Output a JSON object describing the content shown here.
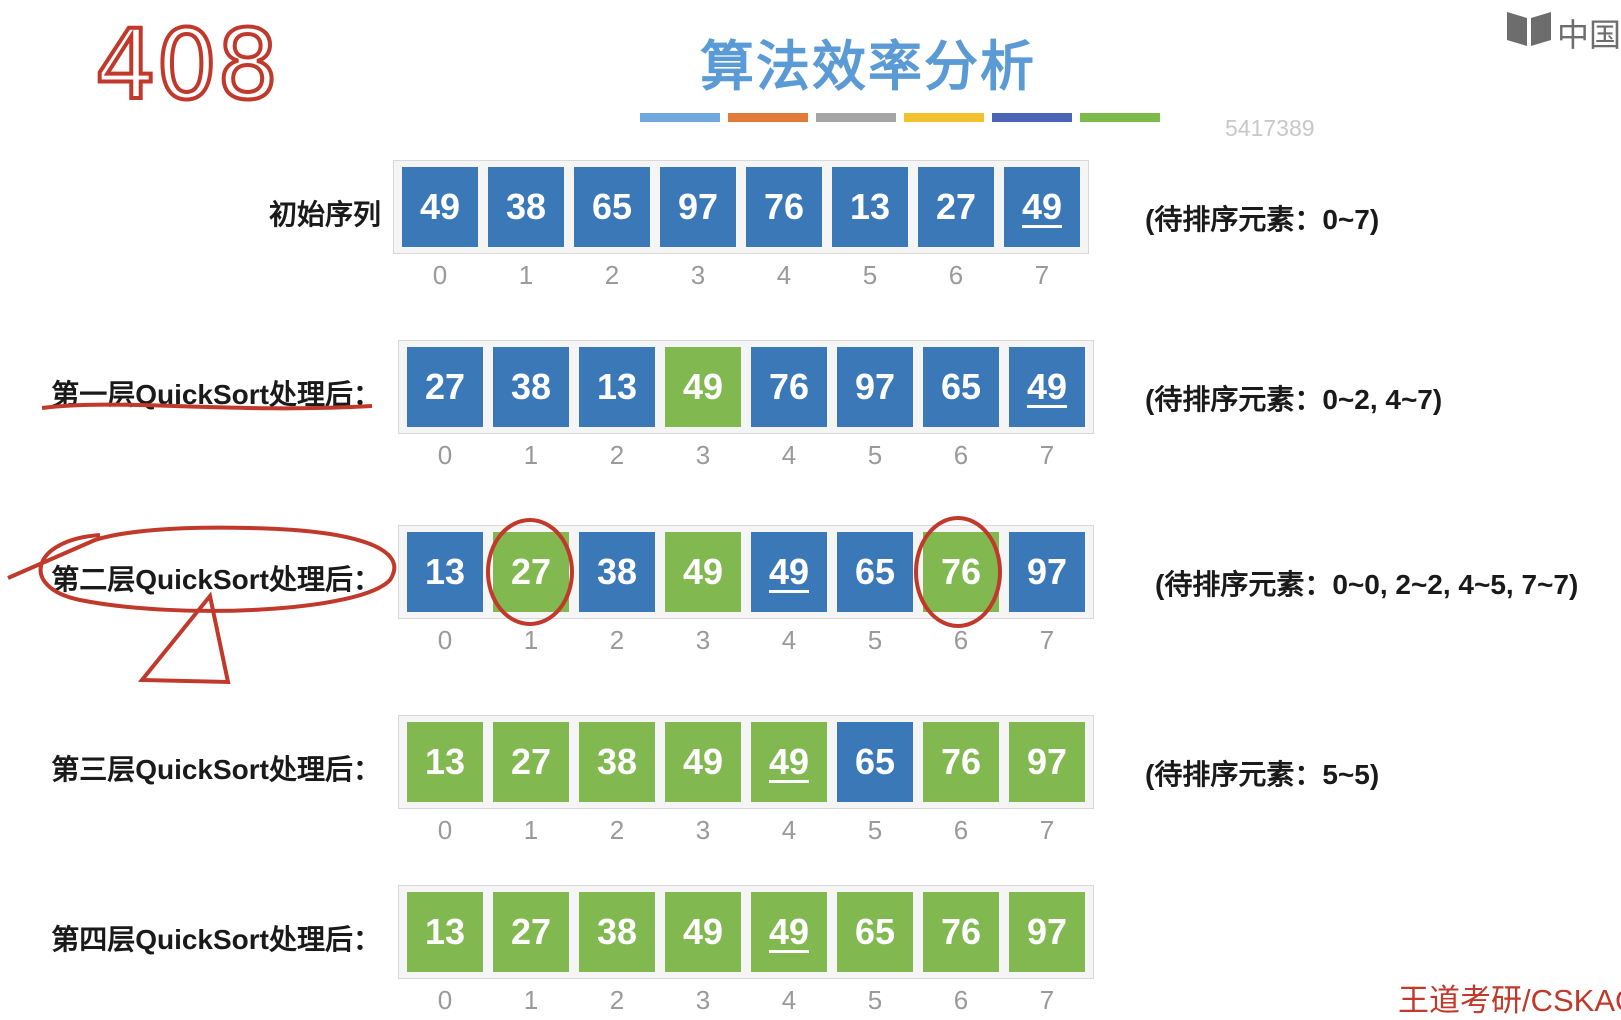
{
  "handwritten_number": "408",
  "title": "算法效率分析",
  "watermark": "5417389",
  "logo_text": "中国",
  "footer": "王道考研/CSKAO",
  "stripe_colors": [
    "#6fa8dc",
    "#e07b39",
    "#a5a5a5",
    "#f2c12e",
    "#4a64b8",
    "#7cbb4a"
  ],
  "colors": {
    "blue": "#3a78b8",
    "green": "#82b850",
    "ink": "#c0392b"
  },
  "indices": [
    "0",
    "1",
    "2",
    "3",
    "4",
    "5",
    "6",
    "7"
  ],
  "rows": [
    {
      "label": "初始序列",
      "note": "(待排序元素：0~7)",
      "cells": [
        {
          "value": "49",
          "color": "blue"
        },
        {
          "value": "38",
          "color": "blue"
        },
        {
          "value": "65",
          "color": "blue"
        },
        {
          "value": "97",
          "color": "blue"
        },
        {
          "value": "76",
          "color": "blue"
        },
        {
          "value": "13",
          "color": "blue"
        },
        {
          "value": "27",
          "color": "blue"
        },
        {
          "value": "49",
          "color": "blue",
          "underline": true
        }
      ]
    },
    {
      "label": "第一层QuickSort处理后：",
      "note": "(待排序元素：0~2, 4~7)",
      "cells": [
        {
          "value": "27",
          "color": "blue"
        },
        {
          "value": "38",
          "color": "blue"
        },
        {
          "value": "13",
          "color": "blue"
        },
        {
          "value": "49",
          "color": "green"
        },
        {
          "value": "76",
          "color": "blue"
        },
        {
          "value": "97",
          "color": "blue"
        },
        {
          "value": "65",
          "color": "blue"
        },
        {
          "value": "49",
          "color": "blue",
          "underline": true
        }
      ]
    },
    {
      "label": "第二层QuickSort处理后：",
      "note": "(待排序元素：0~0, 2~2, 4~5, 7~7)",
      "cells": [
        {
          "value": "13",
          "color": "blue"
        },
        {
          "value": "27",
          "color": "green"
        },
        {
          "value": "38",
          "color": "blue"
        },
        {
          "value": "49",
          "color": "green"
        },
        {
          "value": "49",
          "color": "blue",
          "underline": true
        },
        {
          "value": "65",
          "color": "blue"
        },
        {
          "value": "76",
          "color": "green"
        },
        {
          "value": "97",
          "color": "blue"
        }
      ]
    },
    {
      "label": "第三层QuickSort处理后：",
      "note": "(待排序元素：5~5)",
      "cells": [
        {
          "value": "13",
          "color": "green"
        },
        {
          "value": "27",
          "color": "green"
        },
        {
          "value": "38",
          "color": "green"
        },
        {
          "value": "49",
          "color": "green"
        },
        {
          "value": "49",
          "color": "green",
          "underline": true
        },
        {
          "value": "65",
          "color": "blue"
        },
        {
          "value": "76",
          "color": "green"
        },
        {
          "value": "97",
          "color": "green"
        }
      ]
    },
    {
      "label": "第四层QuickSort处理后：",
      "note": "",
      "cells": [
        {
          "value": "13",
          "color": "green"
        },
        {
          "value": "27",
          "color": "green"
        },
        {
          "value": "38",
          "color": "green"
        },
        {
          "value": "49",
          "color": "green"
        },
        {
          "value": "49",
          "color": "green",
          "underline": true
        },
        {
          "value": "65",
          "color": "green"
        },
        {
          "value": "76",
          "color": "green"
        },
        {
          "value": "97",
          "color": "green"
        }
      ]
    }
  ]
}
